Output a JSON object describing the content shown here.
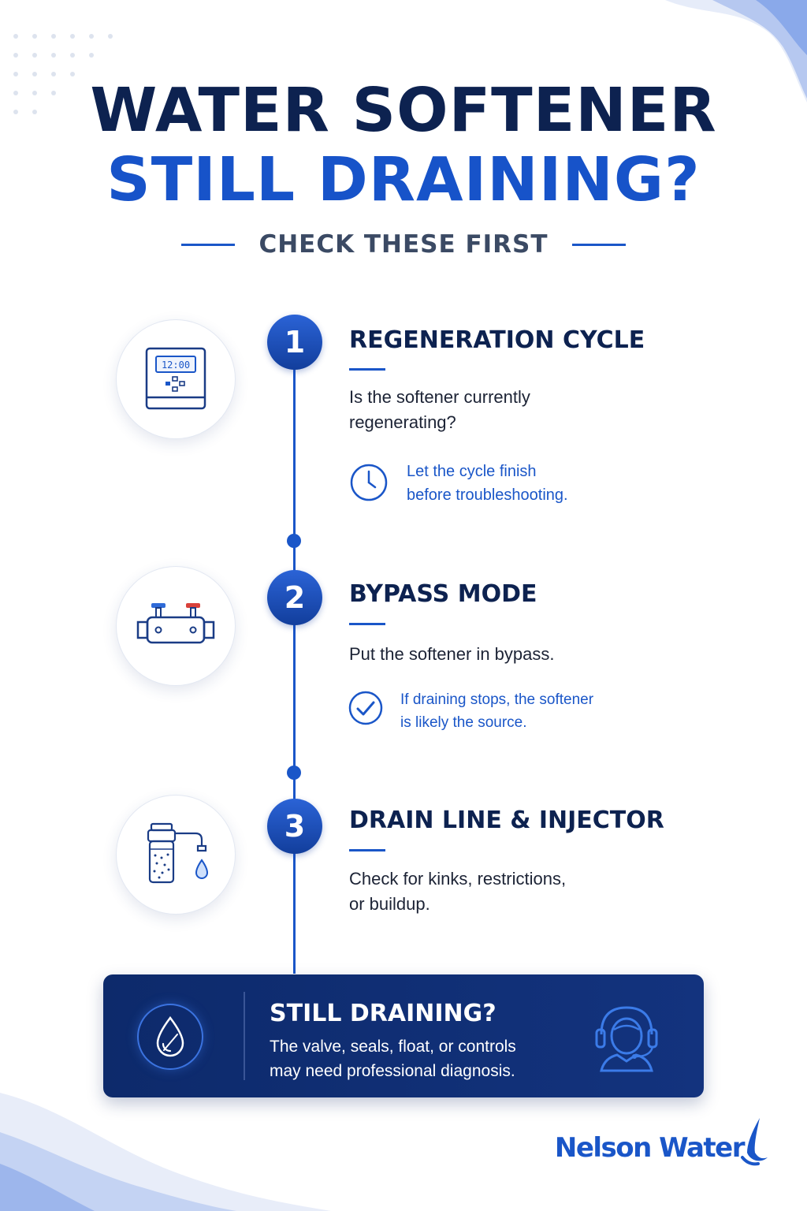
{
  "title": {
    "line1": "WATER SOFTENER",
    "line2": "STILL DRAINING?",
    "subtitle": "CHECK THESE FIRST"
  },
  "colors": {
    "navy": "#0d2250",
    "accent_blue": "#1a56c8",
    "banner_bg": "#0d2a6b",
    "valve_cold": "#2f6bd8",
    "valve_hot": "#d9413a"
  },
  "steps": [
    {
      "number": "1",
      "heading": "REGENERATION CYCLE",
      "body": "Is the softener currently\nregenerating?",
      "icon": "softener-controller-icon",
      "display_time": "12:00",
      "tip_icon": "clock-icon",
      "tip": "Let the cycle finish\nbefore troubleshooting."
    },
    {
      "number": "2",
      "heading": "BYPASS MODE",
      "body": "Put the softener in bypass.",
      "icon": "bypass-valve-icon",
      "tip_icon": "checkmark-circle-icon",
      "tip": "If draining stops, the softener\nis likely the source."
    },
    {
      "number": "3",
      "heading": "DRAIN LINE & INJECTOR",
      "body": "Check for kinks, restrictions,\nor buildup.",
      "icon": "drain-injector-icon"
    }
  ],
  "banner": {
    "heading": "STILL DRAINING?",
    "text": "The valve, seals, float, or controls\nmay need professional diagnosis.",
    "left_icon": "water-drop-icon",
    "right_icon": "support-agent-icon"
  },
  "brand": {
    "name": "Nelson Water",
    "logo_icon": "water-drop-logo-icon"
  }
}
